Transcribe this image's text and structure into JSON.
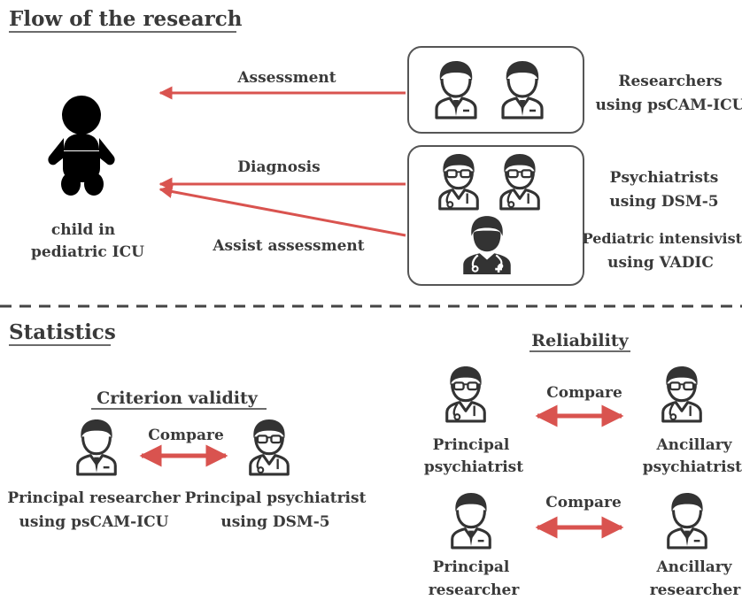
{
  "flow": {
    "heading": "Flow of the research",
    "child_label": [
      "child in",
      "pediatric ICU"
    ],
    "arrows": {
      "assessment": "Assessment",
      "diagnosis": "Diagnosis",
      "assist": "Assist assessment"
    },
    "groups": {
      "researchers": [
        "Researchers",
        "using psCAM-ICU"
      ],
      "psychiatrists": [
        "Psychiatrists",
        "using DSM-5"
      ],
      "intensivist": [
        "Pediatric intensivist",
        "using VADIC"
      ]
    }
  },
  "statistics": {
    "heading": "Statistics",
    "criterion": {
      "title": "Criterion  validity",
      "compare": "Compare",
      "left": [
        "Principal researcher",
        "using psCAM-ICU"
      ],
      "right": [
        "Principal psychiatrist",
        "using DSM-5"
      ]
    },
    "reliability": {
      "title": "Reliability",
      "row1": {
        "compare": "Compare",
        "left": [
          "Principal",
          "psychiatrist"
        ],
        "right": [
          "Ancillary",
          "psychiatrist"
        ]
      },
      "row2": {
        "compare": "Compare",
        "left": [
          "Principal",
          "researcher"
        ],
        "right": [
          "Ancillary",
          "researcher"
        ]
      }
    }
  },
  "colors": {
    "arrow": "#d9534f",
    "text": "#3a3a3a",
    "icon": "#333333"
  }
}
